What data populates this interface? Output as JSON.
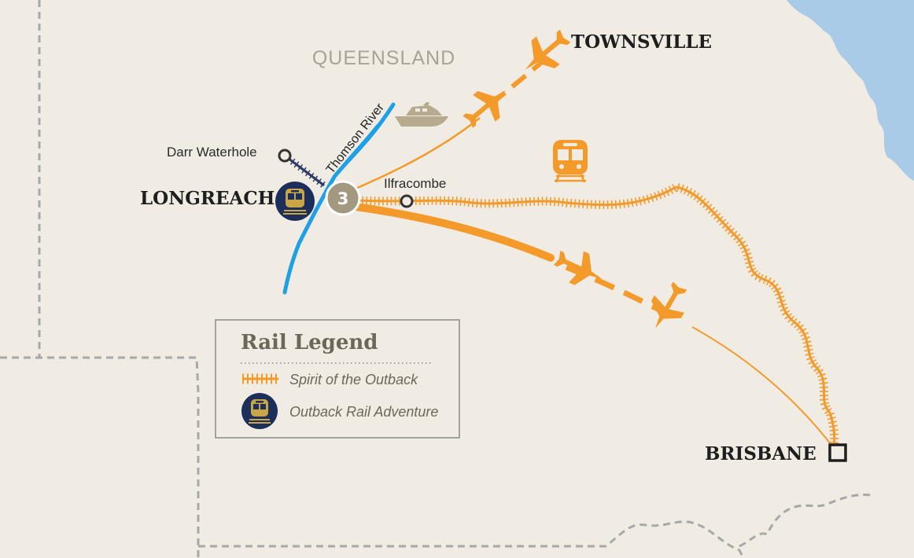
{
  "region_label": "QUEENSLAND",
  "places": {
    "townsville": "TOWNSVILLE",
    "longreach": "LONGREACH",
    "brisbane": "BRISBANE",
    "darr_waterhole": "Darr Waterhole",
    "ilfracombe": "Ilfracombe"
  },
  "river_label": "Thomson River",
  "stop_number": "3",
  "legend": {
    "title": "Rail Legend",
    "items": [
      {
        "label": "Spirit of the Outback",
        "icon": "rail-track-icon"
      },
      {
        "label": "Outback Rail Adventure",
        "icon": "train-badge-icon"
      }
    ]
  },
  "colors": {
    "land": "#f0ece4",
    "water": "#a9cbe8",
    "route": "#f39a2b",
    "river": "#1ea1e4",
    "badge": "#1c2f5a",
    "badge_train": "#c9a548",
    "stop_marker": "#a39880",
    "border": "#a8a8a8",
    "local_rail": "#2a3b66"
  }
}
